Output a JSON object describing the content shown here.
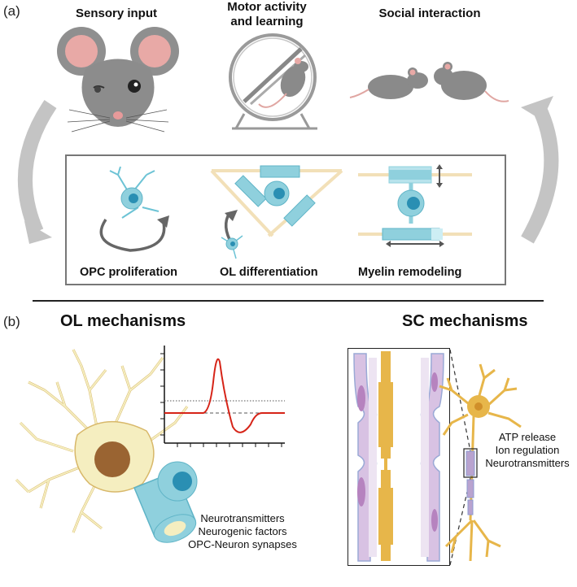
{
  "panel_a": {
    "letter": "(a)",
    "headings": {
      "sensory": "Sensory input",
      "motor_line1": "Motor activity",
      "motor_line2": "and learning",
      "social": "Social interaction"
    },
    "box_labels": {
      "opc": "OPC proliferation",
      "ol": "OL differentiation",
      "myelin": "Myelin remodeling"
    }
  },
  "panel_b": {
    "letter": "(b)",
    "ol_title": "OL mechanisms",
    "sc_title": "SC mechanisms",
    "ol_factors": [
      "Neurotransmitters",
      "Neurogenic factors",
      "OPC-Neuron synapses"
    ],
    "sc_factors": [
      "ATP release",
      "Ion regulation",
      "Neurotransmitters"
    ]
  },
  "colors": {
    "cell_blue": "#8fd0dd",
    "nucleus_blue": "#2a8fb3",
    "axon_tan": "#f2e0b8",
    "neuron_yellow": "#f5eec0",
    "sc_gold": "#e7b64a",
    "myelin_purple": "#c79ac4",
    "spike_red": "#d62418",
    "arrow_gray": "#b8b8b8"
  }
}
